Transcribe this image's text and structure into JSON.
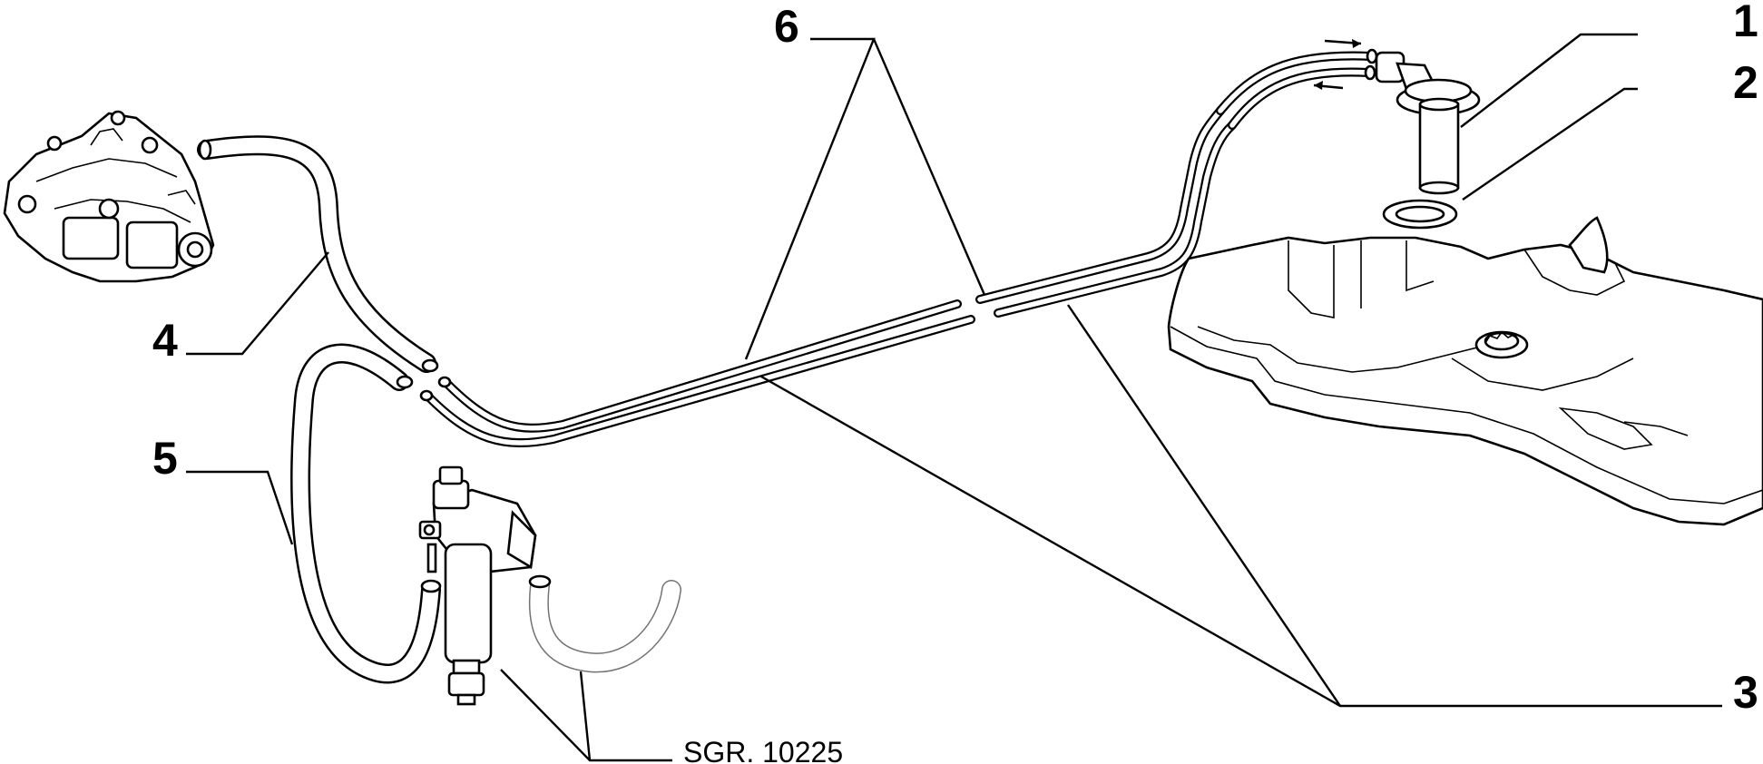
{
  "callouts": {
    "c1": "1",
    "c2": "2",
    "c3": "3",
    "c4": "4",
    "c5": "5",
    "c6": "6"
  },
  "reference": "SGR. 10225"
}
